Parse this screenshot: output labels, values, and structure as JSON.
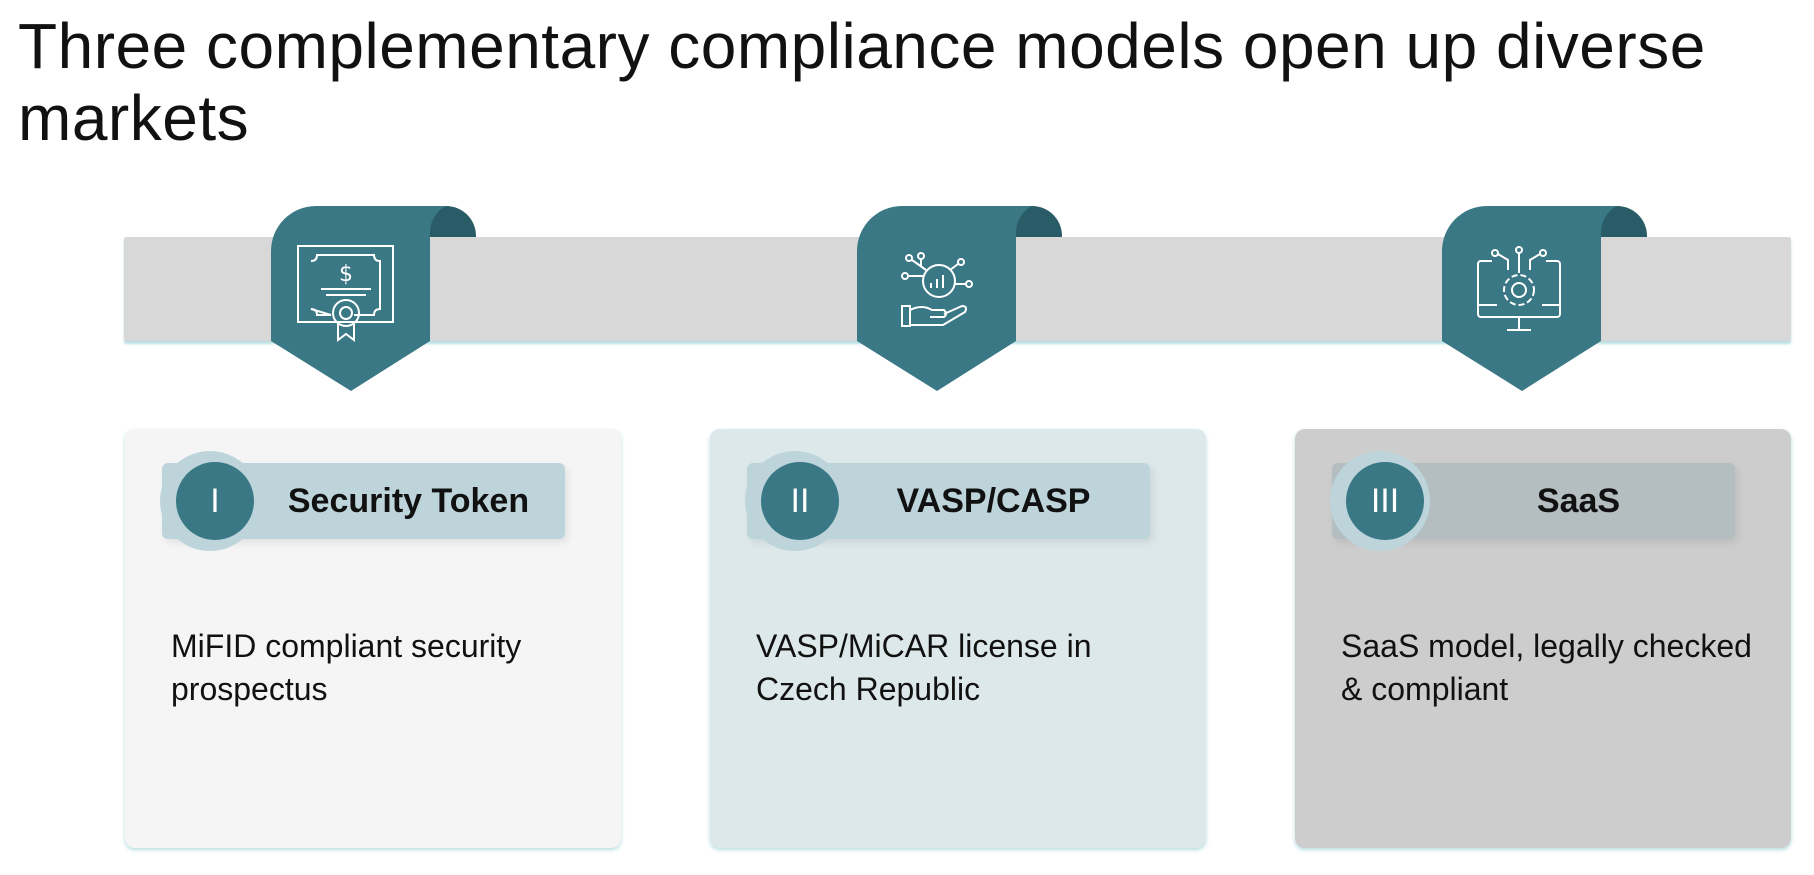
{
  "title": "Three complementary compliance models open up diverse markets",
  "colors": {
    "teal": "#3a7885",
    "teal_dark": "#2a5c67",
    "band": "#d8d8d8"
  },
  "models": [
    {
      "numeral": "I",
      "label": "Security Token",
      "description": "MiFID compliant security prospectus",
      "icon": "certificate-icon",
      "card_bg": "#f5f5f5",
      "pill_bg": "#bdd5da"
    },
    {
      "numeral": "II",
      "label": "VASP/CASP",
      "description": "VASP/MiCAR license in Czech Republic",
      "icon": "hand-chart-icon",
      "card_bg": "#dde8eb",
      "pill_bg": "#bdd5da"
    },
    {
      "numeral": "III",
      "label": "SaaS",
      "description": "SaaS model, legally checked & compliant",
      "icon": "monitor-gear-icon",
      "card_bg": "#cdcdcd",
      "pill_bg": "#b4bdc0"
    }
  ]
}
